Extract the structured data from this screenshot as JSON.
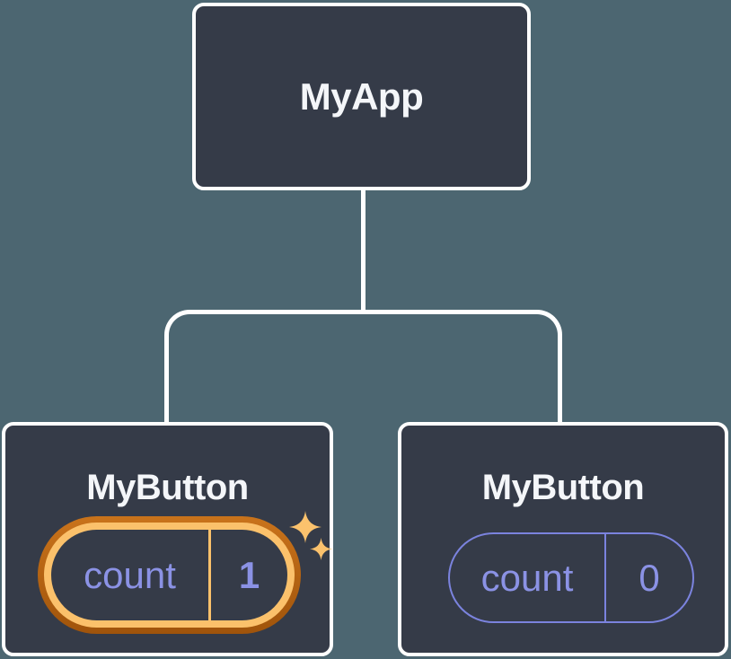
{
  "colors": {
    "bg": "#4C6671",
    "node-fill": "#353B48",
    "line": "#FFFFFF",
    "title-text": "#F4F6F9",
    "purple": "#8B92E5",
    "purple-border": "#7B83DE",
    "orange-dark": "#C9731B",
    "orange-darker": "#A0540B",
    "sandy": "#FBC16B",
    "sparkle": "#FBC26D"
  },
  "tree": {
    "root": {
      "label": "MyApp"
    },
    "children": [
      {
        "label": "MyButton",
        "state": {
          "name": "count",
          "value": "1"
        },
        "highlighted": true,
        "icons": [
          "sparkle-large-icon",
          "sparkle-small-icon"
        ]
      },
      {
        "label": "MyButton",
        "state": {
          "name": "count",
          "value": "0"
        },
        "highlighted": false
      }
    ]
  }
}
